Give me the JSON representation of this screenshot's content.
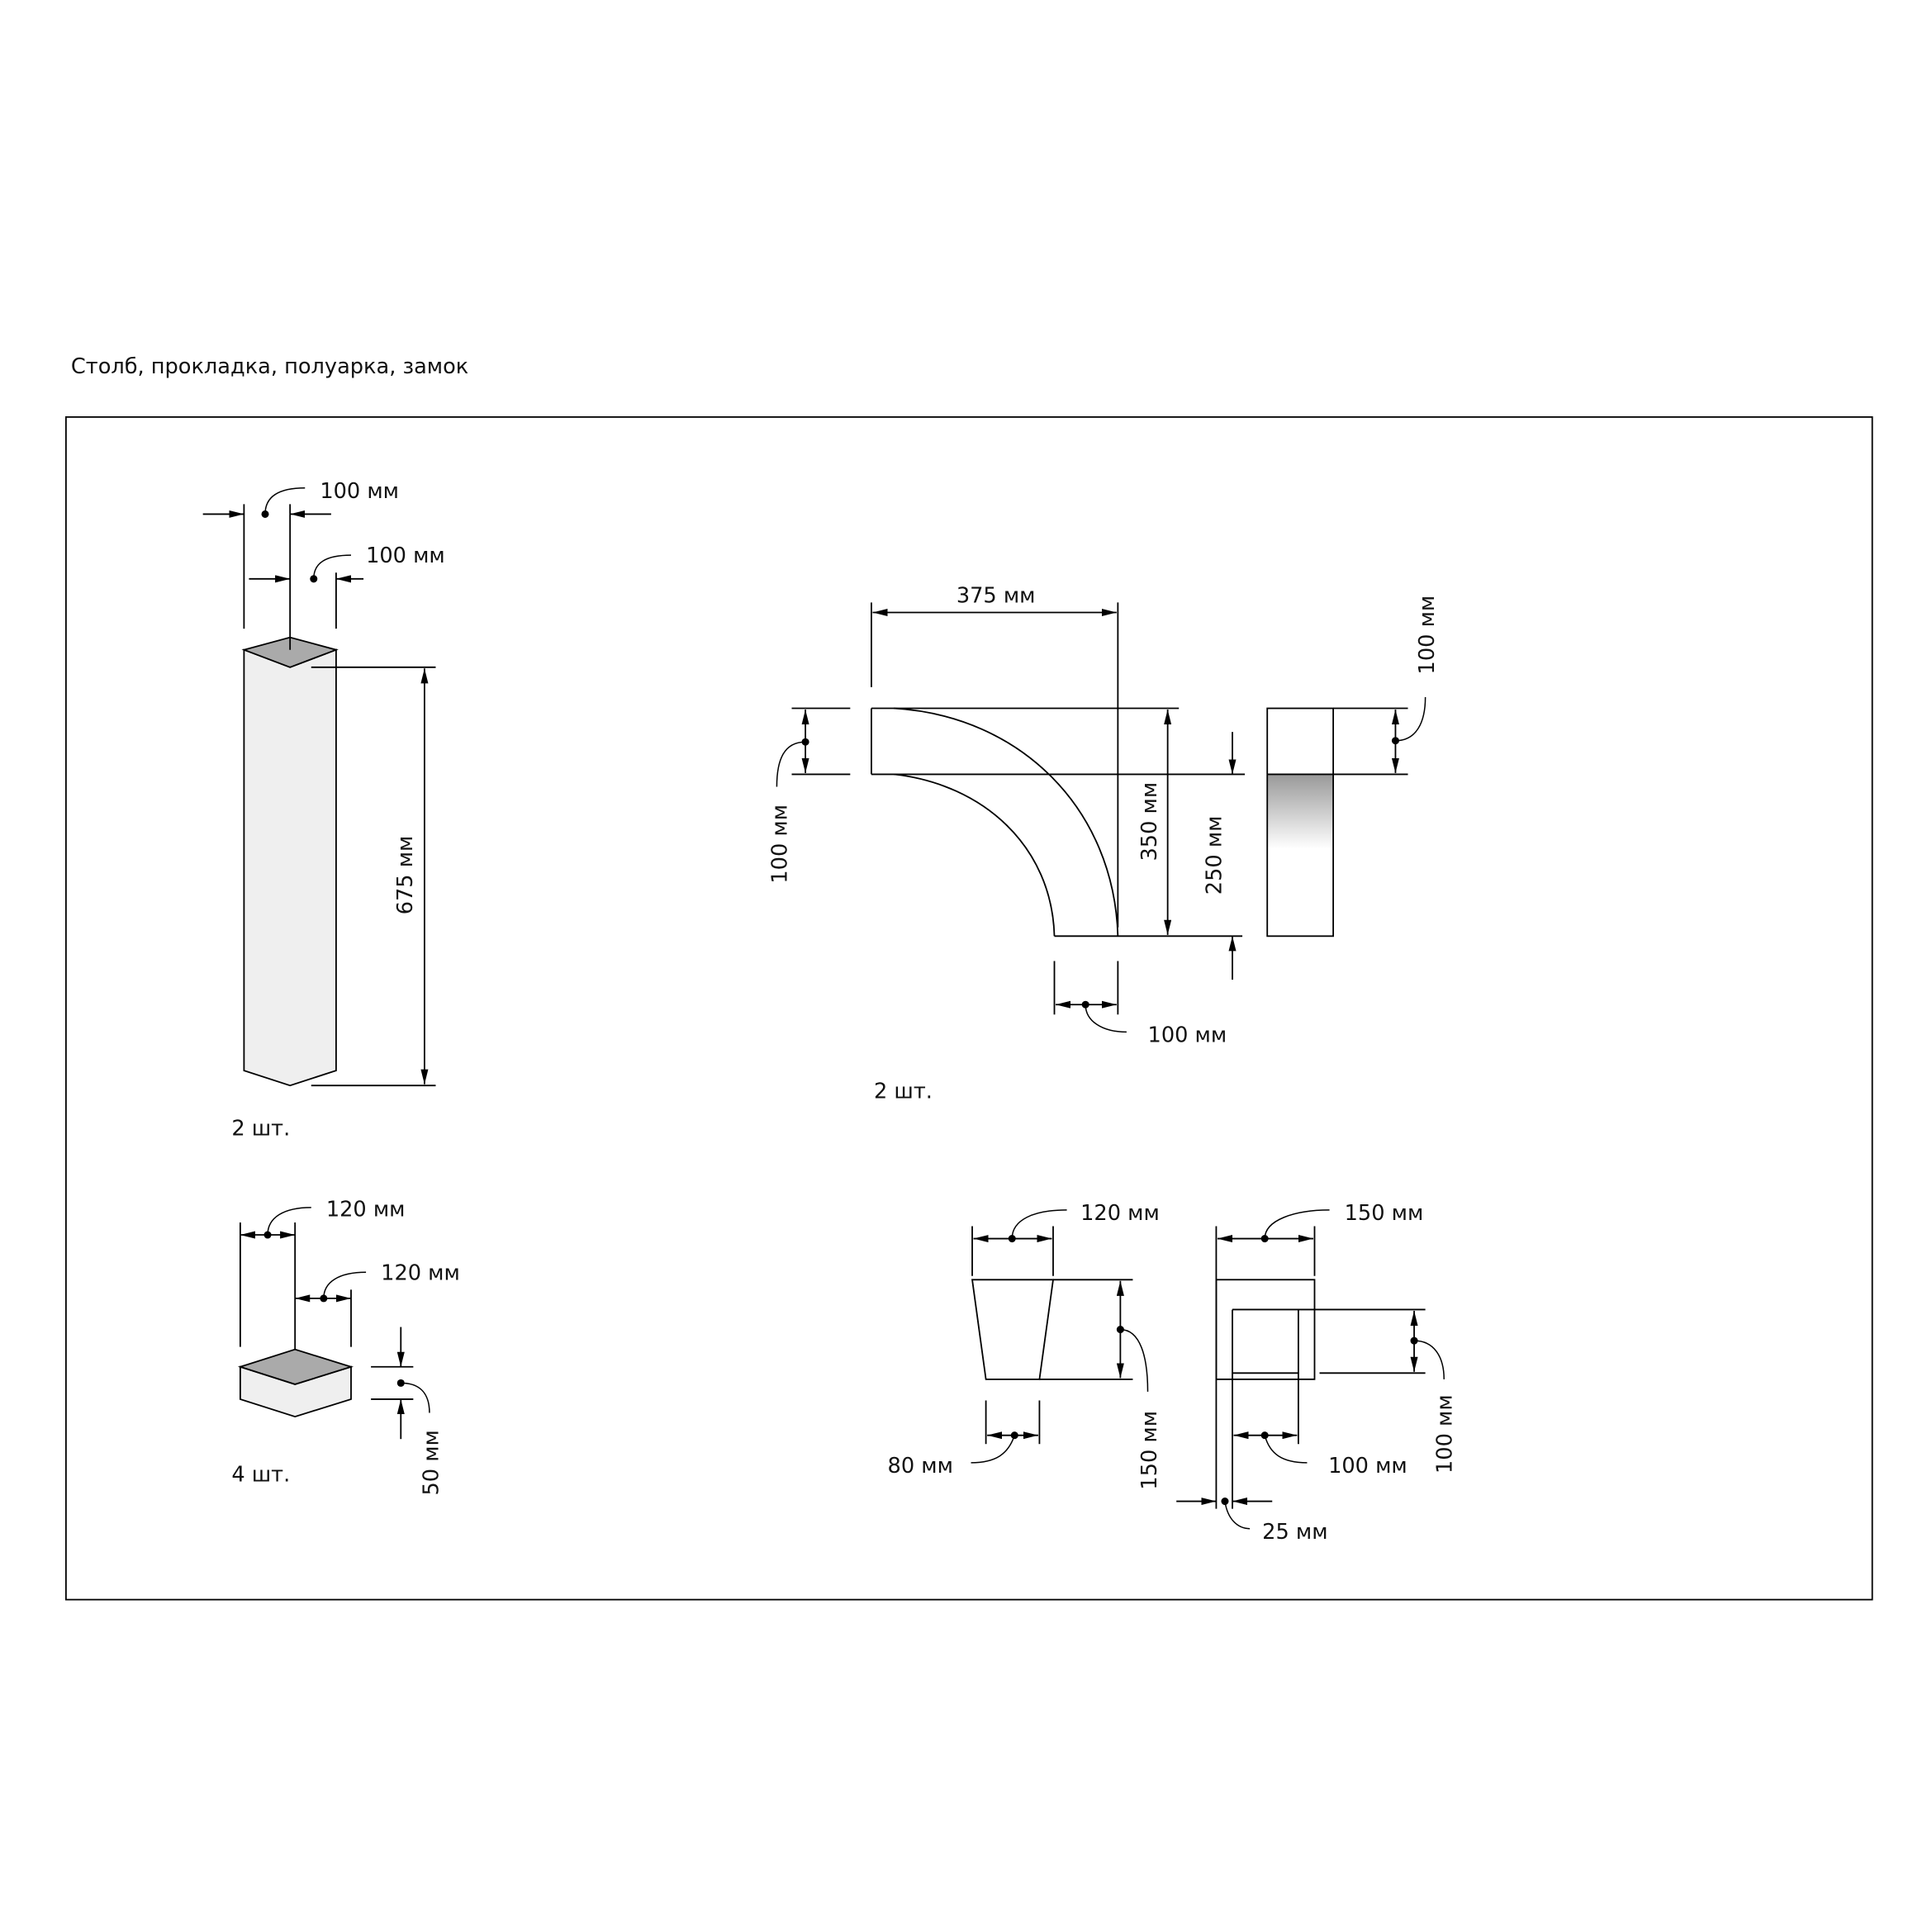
{
  "title": "Столб, прокладка, полуарка, замок",
  "colors": {
    "face": "#efefef",
    "top": "#aaaaaa",
    "line": "#000000"
  },
  "pillar": {
    "width": "100 мм",
    "depth": "100 мм",
    "height": "675 мм",
    "count": "2 шт."
  },
  "pad": {
    "width": "120 мм",
    "depth": "120 мм",
    "height": "50 мм",
    "count": "4 шт."
  },
  "half_arch": {
    "span": "375 мм",
    "top_thickness": "100 мм",
    "total_height": "350 мм",
    "lower_height": "250 мм",
    "bottom_width": "100 мм",
    "side_thickness": "100 мм",
    "count": "2 шт."
  },
  "keystone": {
    "top_width": "120 мм",
    "bottom_width": "80 мм",
    "height": "150 мм",
    "side_width": "150 мм",
    "inner_width": "100 мм",
    "inner_height": "100 мм",
    "offset": "25 мм"
  }
}
